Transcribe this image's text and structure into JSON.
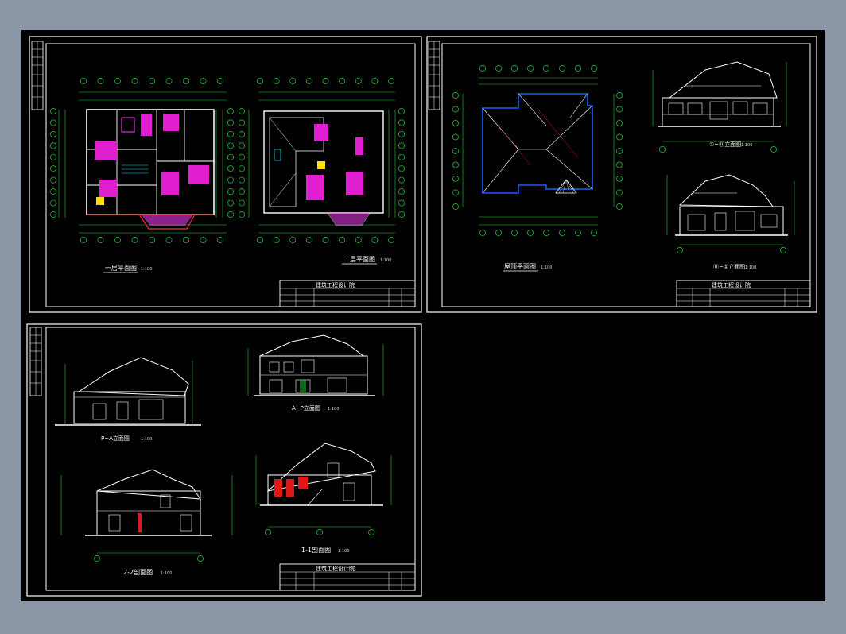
{
  "sheets": [
    {
      "id": "sheet-1",
      "captions": [
        "一层平面图",
        "二层平面图"
      ],
      "scales": [
        "1:100",
        "1:100"
      ],
      "title_block": {
        "title": "建筑工程设计院",
        "rows": [
          "",
          "",
          ""
        ]
      }
    },
    {
      "id": "sheet-2",
      "captions": [
        "屋顶平面图",
        "①~⑪立面图",
        "⑪~①立面图"
      ],
      "scales": [
        "1:100",
        "1:100",
        "1:100"
      ],
      "title_block": {
        "title": "建筑工程设计院",
        "rows": [
          "",
          "",
          ""
        ]
      }
    },
    {
      "id": "sheet-3",
      "captions": [
        "P~A立面图",
        "A~P立面图",
        "2-2剖面图",
        "1-1剖面图"
      ],
      "scales": [
        "1:100",
        "1:100",
        "1:100",
        "1:100"
      ],
      "title_block": {
        "title": "建筑工程设计院",
        "rows": [
          "",
          "",
          ""
        ]
      }
    }
  ],
  "colors": {
    "background": "#000000",
    "frame": "#ffffff",
    "dimension": "#22cc33",
    "wall": "#ffffff",
    "room_fill": "#e020d0",
    "furniture": "#ff40ff",
    "roof": "#1a5cff",
    "section_red": "#e01818",
    "highlight": "#ffe000",
    "cyan": "#19d9e0"
  }
}
